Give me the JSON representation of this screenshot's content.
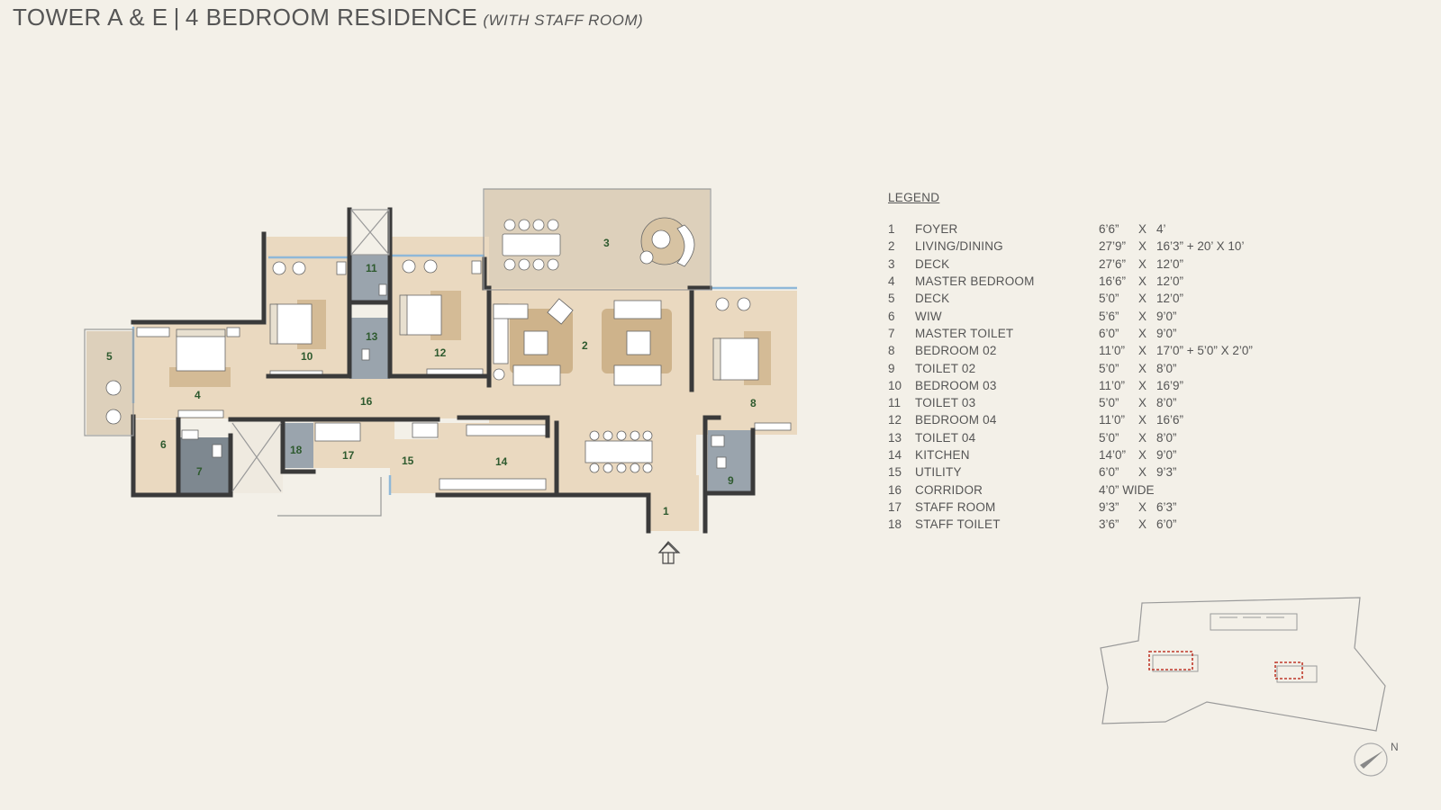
{
  "header": {
    "title": "TOWER A & E",
    "separator": "|",
    "title_main": "4 BEDROOM RESIDENCE",
    "subtitle": "(WITH STAFF ROOM)"
  },
  "legend": {
    "heading": "LEGEND",
    "items": [
      {
        "no": "1",
        "name": "FOYER",
        "d1": "6’6”",
        "x": "X",
        "d2": "4’"
      },
      {
        "no": "2",
        "name": "LIVING/DINING",
        "d1": "27’9”",
        "x": "X",
        "d2": "16’3” + 20’   X  10’"
      },
      {
        "no": "3",
        "name": "DECK",
        "d1": "27’6”",
        "x": "X",
        "d2": "12’0”"
      },
      {
        "no": "4",
        "name": "MASTER BEDROOM",
        "d1": "16’6”",
        "x": "X",
        "d2": "12’0”"
      },
      {
        "no": "5",
        "name": "DECK",
        "d1": "5’0”",
        "x": "X",
        "d2": "12’0”"
      },
      {
        "no": "6",
        "name": "WIW",
        "d1": "5’6”",
        "x": "X",
        "d2": "9’0”"
      },
      {
        "no": "7",
        "name": "MASTER TOILET",
        "d1": "6’0”",
        "x": "X",
        "d2": "9’0”"
      },
      {
        "no": "8",
        "name": "BEDROOM 02",
        "d1": "11’0”",
        "x": "X",
        "d2": "17’0” + 5’0” X 2’0”"
      },
      {
        "no": "9",
        "name": "TOILET 02",
        "d1": "5’0”",
        "x": "X",
        "d2": "8’0”"
      },
      {
        "no": "10",
        "name": "BEDROOM 03",
        "d1": "11’0”",
        "x": "X",
        "d2": "16’9”"
      },
      {
        "no": "11",
        "name": "TOILET 03",
        "d1": "5’0”",
        "x": "X",
        "d2": "8’0”"
      },
      {
        "no": "12",
        "name": "BEDROOM 04",
        "d1": "11’0”",
        "x": "X",
        "d2": "16’6”"
      },
      {
        "no": "13",
        "name": "TOILET 04",
        "d1": "5’0”",
        "x": "X",
        "d2": "8’0”"
      },
      {
        "no": "14",
        "name": "KITCHEN",
        "d1": "14’0”",
        "x": "X",
        "d2": "9’0”"
      },
      {
        "no": "15",
        "name": "UTILITY",
        "d1": "6’0”",
        "x": "X",
        "d2": "9’3”"
      },
      {
        "no": "16",
        "name": "CORRIDOR",
        "d1": "4’0” WIDE",
        "x": "",
        "d2": ""
      },
      {
        "no": "17",
        "name": "STAFF ROOM",
        "d1": "9’3”",
        "x": "X",
        "d2": "6’3”"
      },
      {
        "no": "18",
        "name": "STAFF TOILET",
        "d1": "3’6”",
        "x": "X",
        "d2": "6’0”"
      }
    ]
  },
  "plan": {
    "room_numbers": [
      "1",
      "2",
      "3",
      "4",
      "5",
      "6",
      "7",
      "8",
      "9",
      "10",
      "11",
      "12",
      "13",
      "14",
      "15",
      "16",
      "17",
      "18"
    ]
  },
  "compass": {
    "label": "N"
  },
  "colors": {
    "background": "#f3f0e8",
    "floor": "#ead9c0",
    "deck": "#ddd0bb",
    "toilet": "#9aa4ad",
    "wall": "#3a3a3a",
    "glass": "#8fb8d8",
    "rug": "#c4a67a",
    "keyplan_highlight": "#c0392b"
  }
}
